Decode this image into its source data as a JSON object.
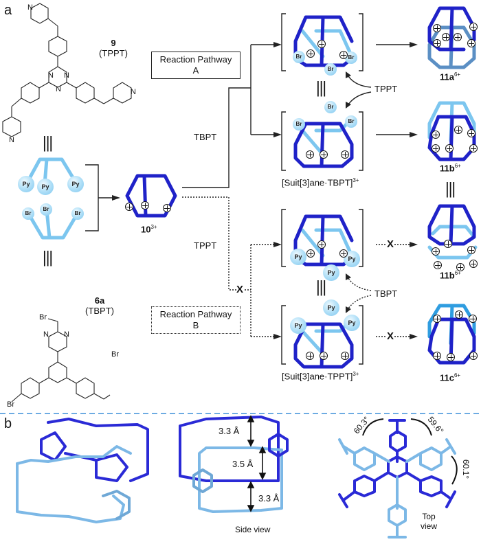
{
  "panel_a": {
    "letter": "a",
    "compound_9": {
      "number": "9",
      "name": "(TPPT)"
    },
    "compound_6a": {
      "number": "6a",
      "name": "(TBPT)"
    },
    "atom_labels": {
      "N": "N",
      "Br": "Br"
    },
    "pathway_a": {
      "line1": "Reaction Pathway",
      "line2": "A"
    },
    "pathway_b": {
      "line1": "Reaction Pathway",
      "line2": "B"
    },
    "reagent_tbpt": "TBPT",
    "reagent_tppt": "TPPT",
    "start_cage": {
      "base": "10",
      "charge": "3+"
    },
    "intermediate_a_caption": {
      "text": "[Suit[3]ane·TBPT]",
      "charge": "3+"
    },
    "intermediate_b_caption": {
      "text": "[Suit[3]ane·TPPT]",
      "charge": "3+"
    },
    "products": [
      {
        "base": "11a",
        "charge": "6+"
      },
      {
        "base": "11b",
        "charge": "6+"
      },
      {
        "base": "11b",
        "charge": "6+"
      },
      {
        "base": "11c",
        "charge": "6+"
      }
    ],
    "cartoon_labels": {
      "py": "Py",
      "br": "Br"
    },
    "blocked_mark": "X",
    "equivalence": "|||"
  },
  "panel_b": {
    "letter": "b",
    "side_view": {
      "caption": "Side view",
      "distances": [
        "3.3 Å",
        "3.5 Å",
        "3.3 Å"
      ]
    },
    "top_view": {
      "caption_line1": "Top",
      "caption_line2": "view",
      "angles": [
        "60.3°",
        "59.6°",
        "60.1°"
      ]
    }
  },
  "colors": {
    "dark_blue": "#1f22c8",
    "light_blue": "#7cc6ef",
    "mid_blue": "#5b8fc4",
    "cyan_blue": "#2f9de0",
    "divider": "#3d8fd8"
  }
}
